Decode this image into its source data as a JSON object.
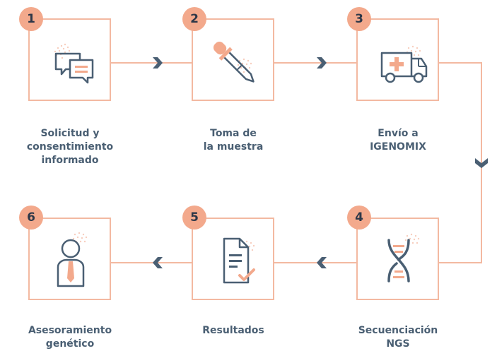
{
  "steps": [
    {
      "number": "1",
      "label": "Solicitud y\nconsentimiento\ninformado",
      "icon": "chat-bubbles-icon"
    },
    {
      "number": "2",
      "label": "Toma de\nla muestra",
      "icon": "dropper-icon"
    },
    {
      "number": "3",
      "label": "Envío a\nIGENOMIX",
      "icon": "ambulance-truck-icon"
    },
    {
      "number": "4",
      "label": "Secuenciación\nNGS",
      "icon": "dna-icon"
    },
    {
      "number": "5",
      "label": "Resultados",
      "icon": "document-check-icon"
    },
    {
      "number": "6",
      "label": "Asesoramiento\ngenético",
      "icon": "person-icon"
    }
  ],
  "colors": {
    "accent": "#f3a98c",
    "line": "#f3b9a1",
    "dark": "#4a5f73"
  }
}
